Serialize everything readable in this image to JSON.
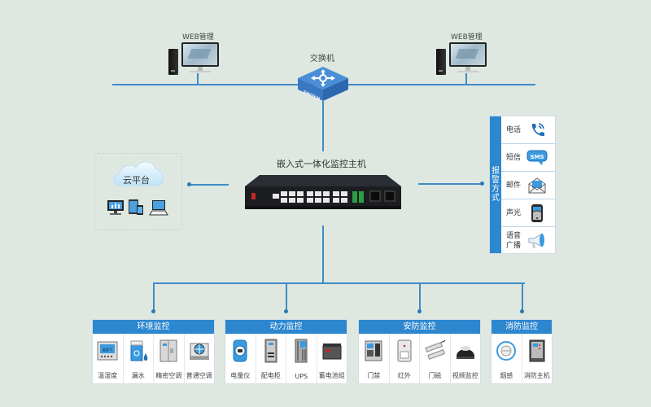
{
  "diagram": {
    "background": "#dee8e1",
    "accent": "#2d87cf",
    "line_color": "#3f8cc6",
    "workstations": [
      {
        "label": "WEB管理"
      },
      {
        "label": "WEB管理"
      }
    ],
    "switch": {
      "label": "交换机",
      "badge": "SWITCH"
    },
    "host": {
      "label": "嵌入式一体化监控主机"
    },
    "cloud": {
      "label": "云平台",
      "devices": [
        "desktop-icon",
        "tablet-phone-icon",
        "laptop-icon"
      ]
    },
    "alarm": {
      "title": "报警方式",
      "title_chars": [
        "报",
        "警",
        "方",
        "式"
      ],
      "items": [
        {
          "label": "电话",
          "icon": "phone-icon"
        },
        {
          "label": "短信",
          "icon": "sms-icon",
          "icon_text": "SMS"
        },
        {
          "label": "邮件",
          "icon": "email-icon"
        },
        {
          "label": "声光",
          "icon": "strobe-alarm-icon"
        },
        {
          "label": "语音广播",
          "icon": "megaphone-icon"
        }
      ]
    },
    "categories": [
      {
        "title": "环境监控",
        "items": [
          {
            "label": "温湿度",
            "icon": "thermo-hygrometer-icon",
            "display": "温湿°C"
          },
          {
            "label": "漏水",
            "icon": "water-leak-icon"
          },
          {
            "label": "精密空调",
            "icon": "precision-ac-icon"
          },
          {
            "label": "普通空调",
            "icon": "ac-unit-icon"
          }
        ]
      },
      {
        "title": "动力监控",
        "items": [
          {
            "label": "电量仪",
            "icon": "power-meter-icon"
          },
          {
            "label": "配电柜",
            "icon": "distribution-cabinet-icon"
          },
          {
            "label": "UPS",
            "icon": "ups-icon"
          },
          {
            "label": "蓄电池组",
            "icon": "battery-icon"
          }
        ]
      },
      {
        "title": "安防监控",
        "items": [
          {
            "label": "门禁",
            "icon": "access-control-icon"
          },
          {
            "label": "红外",
            "icon": "infrared-sensor-icon"
          },
          {
            "label": "门磁",
            "icon": "door-magnet-icon"
          },
          {
            "label": "视频监控",
            "icon": "dome-camera-icon"
          }
        ]
      },
      {
        "title": "消防监控",
        "items": [
          {
            "label": "烟感",
            "icon": "smoke-detector-icon"
          },
          {
            "label": "消防主机",
            "icon": "fire-panel-icon"
          }
        ]
      }
    ]
  }
}
